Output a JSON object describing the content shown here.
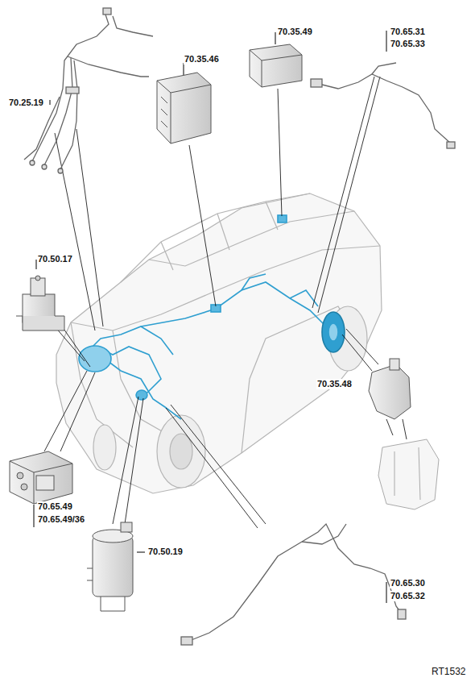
{
  "diagram": {
    "labels": [
      "70.25.19",
      "70.35.46",
      "70.35.49",
      "70.65.31",
      "70.65.33",
      "70.50.17",
      "70.35.48",
      "70.65.49",
      "70.65.49/36",
      "70.50.19",
      "70.65.30",
      "70.65.32",
      "RT1532"
    ]
  }
}
